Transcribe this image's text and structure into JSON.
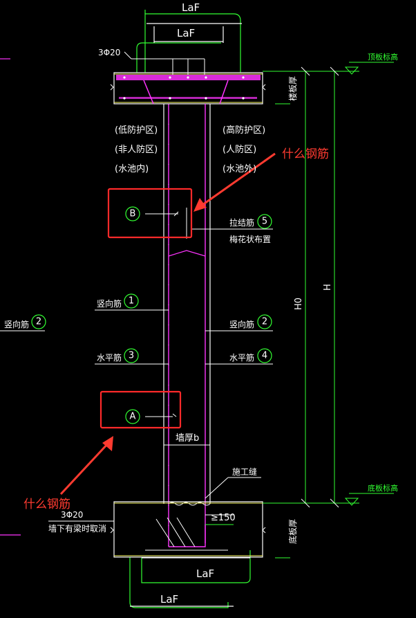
{
  "labels": {
    "laf_top_outer": "LaF",
    "laf_top_inner": "LaF",
    "laf_bottom_inner": "LaF",
    "laf_bottom_outer": "LaF",
    "bar_top": "3Φ20",
    "bar_bottom": "3Φ20",
    "bar_bottom_note": "墙下有梁时取消",
    "top_elevation": "顶板标高",
    "bottom_elevation": "底板标高",
    "top_slab_thickness": "楼板厚",
    "bottom_slab_thickness": "底板厚",
    "H0": "H0",
    "H": "H",
    "left_zone_1": "(低防护区)",
    "left_zone_2": "(非人防区)",
    "left_zone_3": "(水池内)",
    "right_zone_1": "(高防护区)",
    "right_zone_2": "(人防区)",
    "right_zone_3": "(水池外)",
    "tie_bar": "拉结筋",
    "tie_bar_note": "梅花状布置",
    "vertical_bar_1": "竖向筋",
    "vertical_bar_2": "竖向筋",
    "vertical_bar_2_left": "竖向筋",
    "horizontal_bar_3": "水平筋",
    "horizontal_bar_4": "水平筋",
    "wall_thickness": "墙厚b",
    "construction_joint": "施工缝",
    "dim_150": "≥150",
    "question_top": "什么钢筋",
    "question_bottom": "什么钢筋"
  },
  "markers": {
    "B": "B",
    "A": "A",
    "n1": "1",
    "n2": "2",
    "n2_left": "2",
    "n3": "3",
    "n4": "4",
    "n5": "5"
  },
  "colors": {
    "background": "#000000",
    "concrete": "#ffffff",
    "rebar": "#ff33ff",
    "dimension": "#32ff32",
    "slab_edge": "#ffff66",
    "annotation": "#ff3b30"
  }
}
